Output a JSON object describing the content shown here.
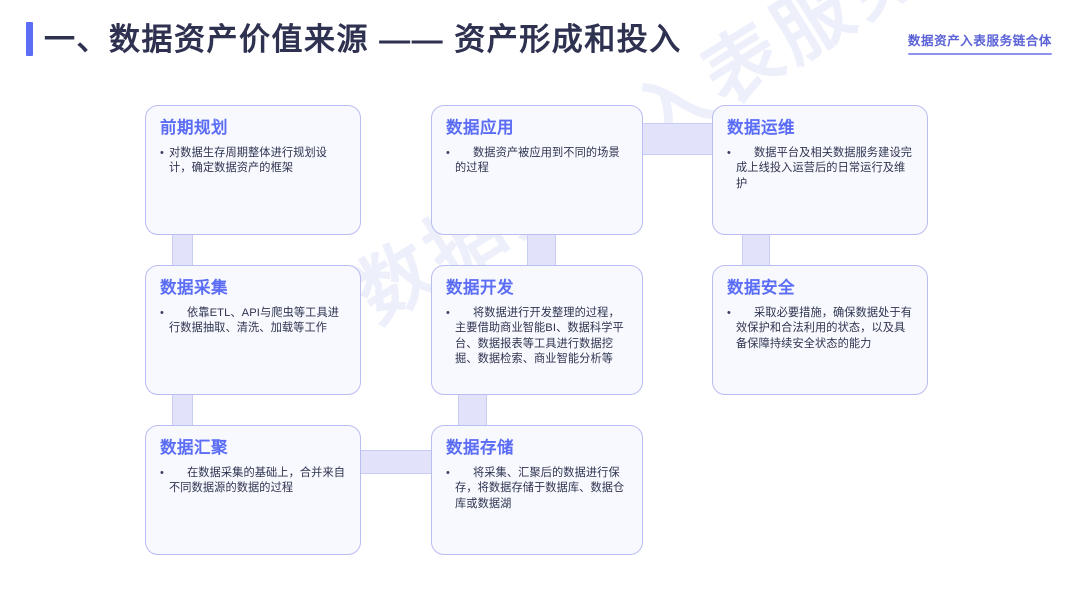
{
  "header": {
    "title": "一、数据资产价值来源 —— 资产形成和投入",
    "tag": "数据资产入表服务链合体",
    "accent_color": "#5b6cf5",
    "title_color": "#2e3150"
  },
  "watermark": "数据资产入表服务链合体",
  "diagram": {
    "type": "flow-grid",
    "card_bg": "#f7f9fe",
    "card_border": "#b9bdf0",
    "connector_color": "#e2e3fb",
    "cards": [
      {
        "id": "pre-planning",
        "title": "前期规划",
        "body": "对数据生存周期整体进行规划设计，确定数据资产的框架",
        "indent": false
      },
      {
        "id": "data-application",
        "title": "数据应用",
        "body": "数据资产被应用到不同的场景的过程",
        "indent": true
      },
      {
        "id": "data-operations",
        "title": "数据运维",
        "body": "数据平台及相关数据服务建设完成上线投入运营后的日常运行及维护",
        "indent": true
      },
      {
        "id": "data-collection",
        "title": "数据采集",
        "body": "依靠ETL、API与爬虫等工具进行数据抽取、清洗、加载等工作",
        "indent": true
      },
      {
        "id": "data-development",
        "title": "数据开发",
        "body": "将数据进行开发整理的过程，主要借助商业智能BI、数据科学平台、数据报表等工具进行数据挖掘、数据检索、商业智能分析等",
        "indent": true
      },
      {
        "id": "data-security",
        "title": "数据安全",
        "body": "采取必要措施，确保数据处于有效保护和合法利用的状态，以及具备保障持续安全状态的能力",
        "indent": true
      },
      {
        "id": "data-aggregation",
        "title": "数据汇聚",
        "body": "在数据采集的基础上，合并来自不同数据源的数据的过程",
        "indent": true
      },
      {
        "id": "data-storage",
        "title": "数据存储",
        "body": "将采集、汇聚后的数据进行保存，将数据存储于数据库、数据仓库或数据湖",
        "indent": true
      }
    ],
    "bullet_glyph": "•"
  }
}
